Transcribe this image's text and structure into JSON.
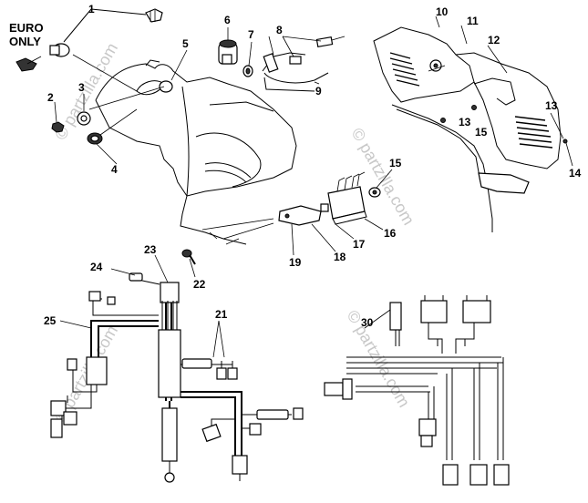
{
  "notes": {
    "euro": "EURO",
    "only": "ONLY"
  },
  "callouts": [
    "1",
    "2",
    "3",
    "4",
    "5",
    "6",
    "7",
    "8",
    "9",
    "10",
    "11",
    "12",
    "13",
    "13",
    "14",
    "15",
    "15",
    "16",
    "17",
    "18",
    "19",
    "21",
    "22",
    "23",
    "24",
    "25",
    "30"
  ],
  "watermark": "© partzilla.com"
}
